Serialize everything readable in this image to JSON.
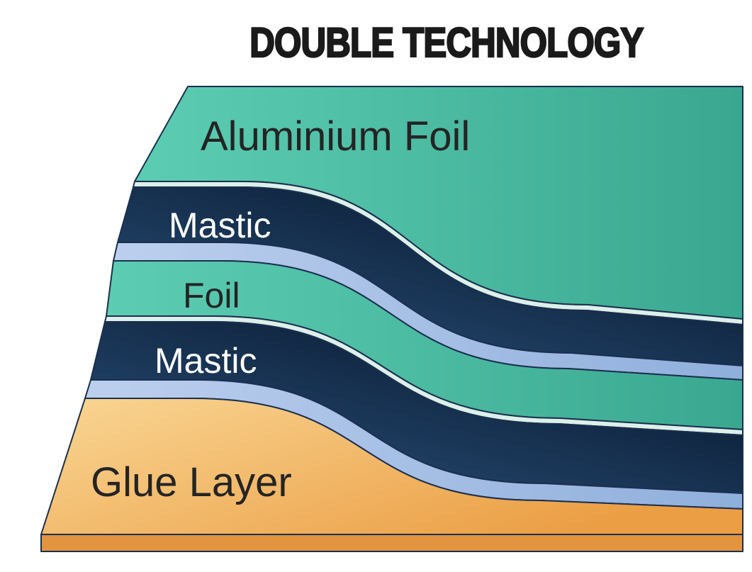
{
  "title": "DOUBLE TECHNOLOGY",
  "diagram_type": "layer-stack-diagram",
  "layers": [
    {
      "label": "Aluminium Foil",
      "material": "aluminium-foil",
      "color_key": "teal"
    },
    {
      "label": "Mastic",
      "material": "mastic",
      "color_key": "navy"
    },
    {
      "label": "Foil",
      "material": "foil",
      "color_key": "teal"
    },
    {
      "label": "Mastic",
      "material": "mastic",
      "color_key": "navy"
    },
    {
      "label": "Glue Layer",
      "material": "glue",
      "color_key": "orange"
    }
  ],
  "colors": {
    "teal_light": "#5ccdb3",
    "teal_dark": "#3aa890",
    "teal_edge": "#dcf0ea",
    "navy_light": "#2d5480",
    "navy_dark": "#0c2038",
    "blue_light": "#bccfee",
    "blue_dark": "#8fafdc",
    "orange_light": "#f9d694",
    "orange_dark": "#eb9e44",
    "orange_strip": "#e2943f",
    "outline": "#1b2f4e",
    "title_color": "#1a1a1a",
    "label_dark": "#242424",
    "label_light": "#ffffff",
    "background": "#ffffff"
  }
}
